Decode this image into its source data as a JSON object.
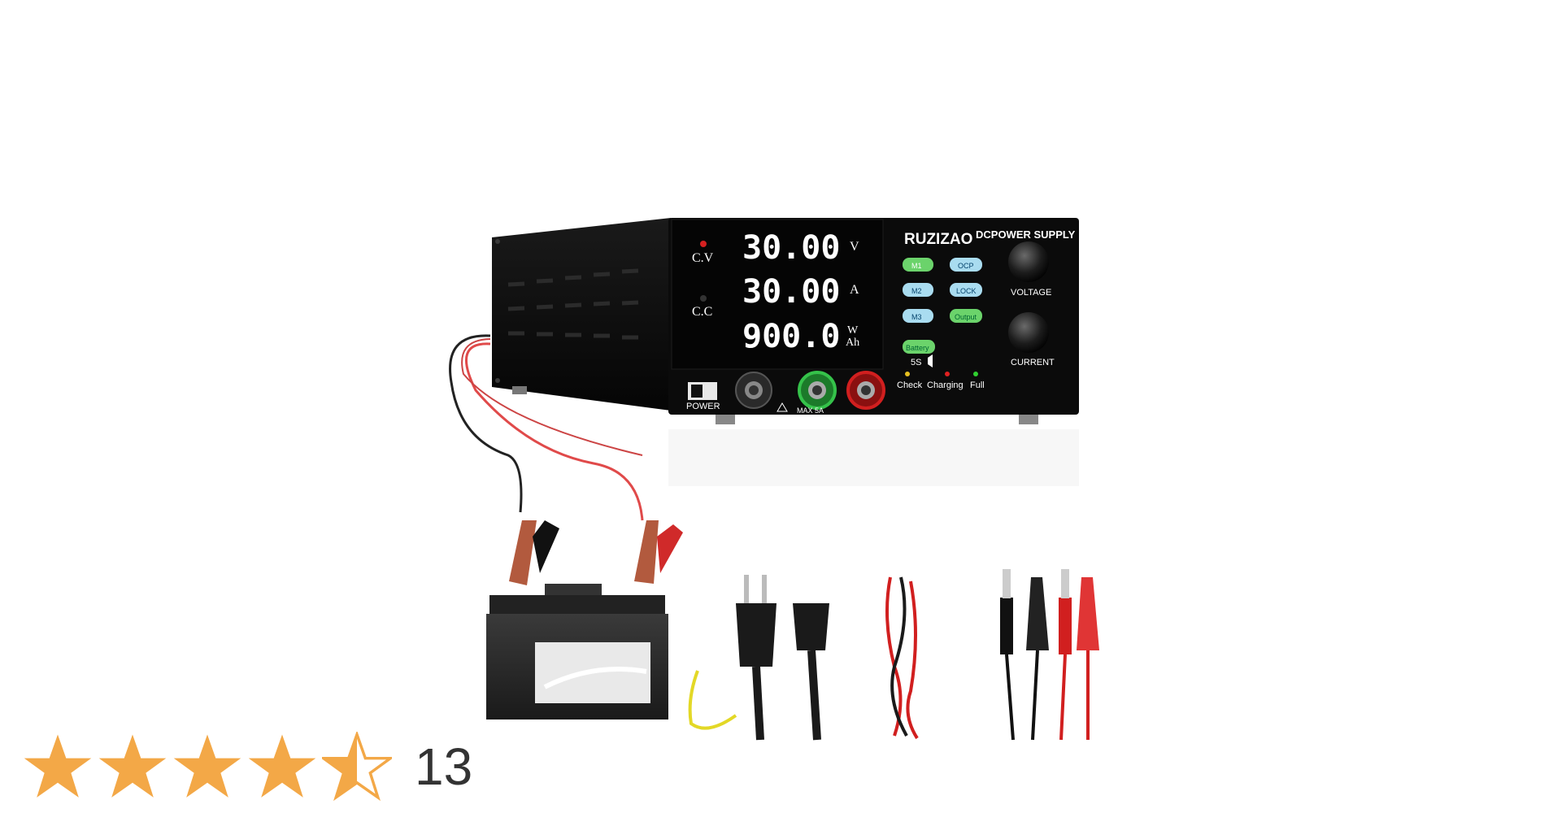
{
  "device": {
    "brand": "RUZIZAO",
    "model_label": "DCPOWER SUPPLY",
    "voltage_reading": "30.00",
    "current_reading": "30.00",
    "power_reading": "900.0",
    "voltage_unit": "V",
    "current_unit": "A",
    "power_unit_top": "W",
    "power_unit_bottom": "Ah",
    "cv_label": "C.V",
    "cc_label": "C.C",
    "buttons": {
      "m1": "M1",
      "m2": "M2",
      "m3": "M3",
      "ocp": "OCP",
      "lock": "LOCK",
      "output": "Output",
      "battery": "Battery"
    },
    "hold_hint": "5S",
    "voltage_knob_label": "VOLTAGE",
    "current_knob_label": "CURRENT",
    "power_label": "POWER",
    "max_label": "MAX 5A",
    "indicators": {
      "check": "Check",
      "charging": "Charging",
      "full": "Full"
    }
  },
  "rating": {
    "stars": 4.5,
    "review_count": "13",
    "star_color": "#f3a847"
  },
  "icons": [
    "star-icon",
    "half-star-icon"
  ]
}
